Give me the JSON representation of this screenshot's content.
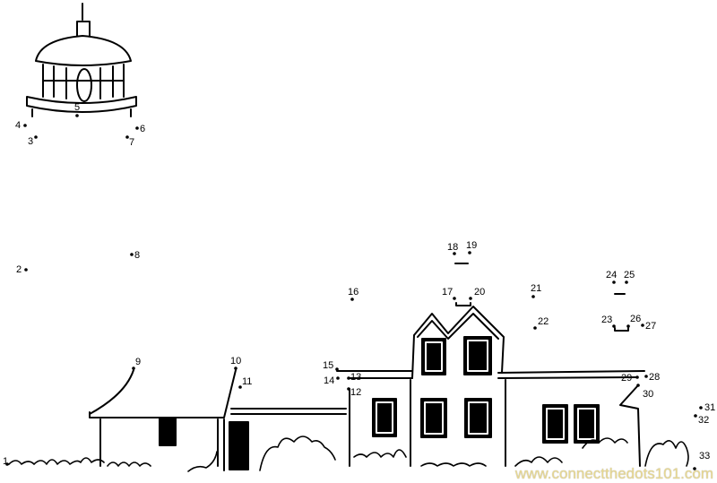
{
  "puzzle": {
    "dot_labels": [
      "1",
      "2",
      "3",
      "4",
      "5",
      "6",
      "7",
      "8",
      "9",
      "10",
      "11",
      "12",
      "13",
      "14",
      "15",
      "16",
      "17",
      "18",
      "19",
      "20",
      "21",
      "22",
      "23",
      "24",
      "25",
      "26",
      "27",
      "28",
      "29",
      "30",
      "31",
      "32",
      "33"
    ]
  },
  "watermark": "www.connectthedots101.com",
  "colors": {
    "line": "#000000",
    "watermark": "#e8d890"
  }
}
